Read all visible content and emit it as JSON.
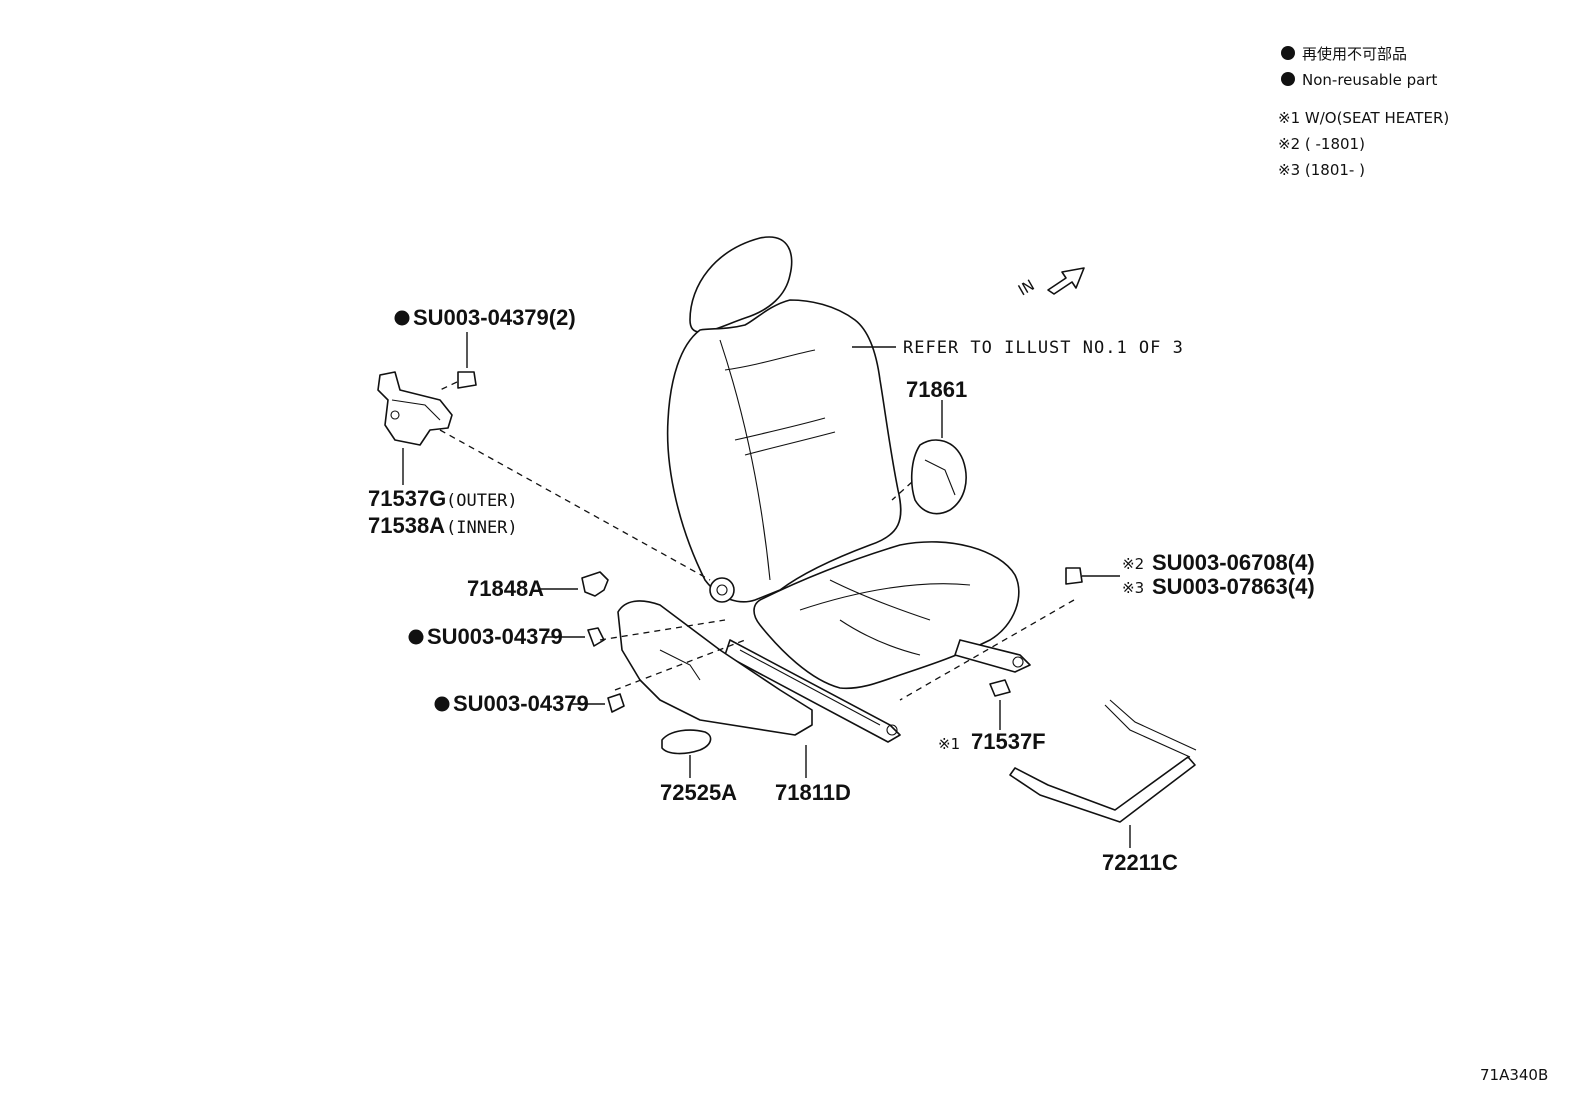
{
  "legend": {
    "jp": "再使用不可部品",
    "en": "Non-reusable part",
    "note1": "※1 W/O(SEAT HEATER)",
    "note2": "※2 (      -1801)",
    "note3": "※3 (1801-      )"
  },
  "direction": {
    "label": "IN"
  },
  "refer": "REFER TO ILLUST NO.1 OF 3",
  "parts": {
    "p71861": "71861",
    "p71537G": "71537G",
    "p71537G_note": "(OUTER)",
    "p71538A": "71538A",
    "p71538A_note": "(INNER)",
    "bolt_top": "SU003-04379(2)",
    "p71848A": "71848A",
    "bolt_mid": "SU003-04379",
    "bolt_low": "SU003-04379",
    "p72525A": "72525A",
    "p71811D": "71811D",
    "p71537F": "71537F",
    "p71537F_mark": "※1",
    "bolt_r1": "SU003-06708(4)",
    "bolt_r1_mark": "※2",
    "bolt_r2": "SU003-07863(4)",
    "bolt_r2_mark": "※3",
    "p72211C": "72211C"
  },
  "drawing_id": "71A340B"
}
